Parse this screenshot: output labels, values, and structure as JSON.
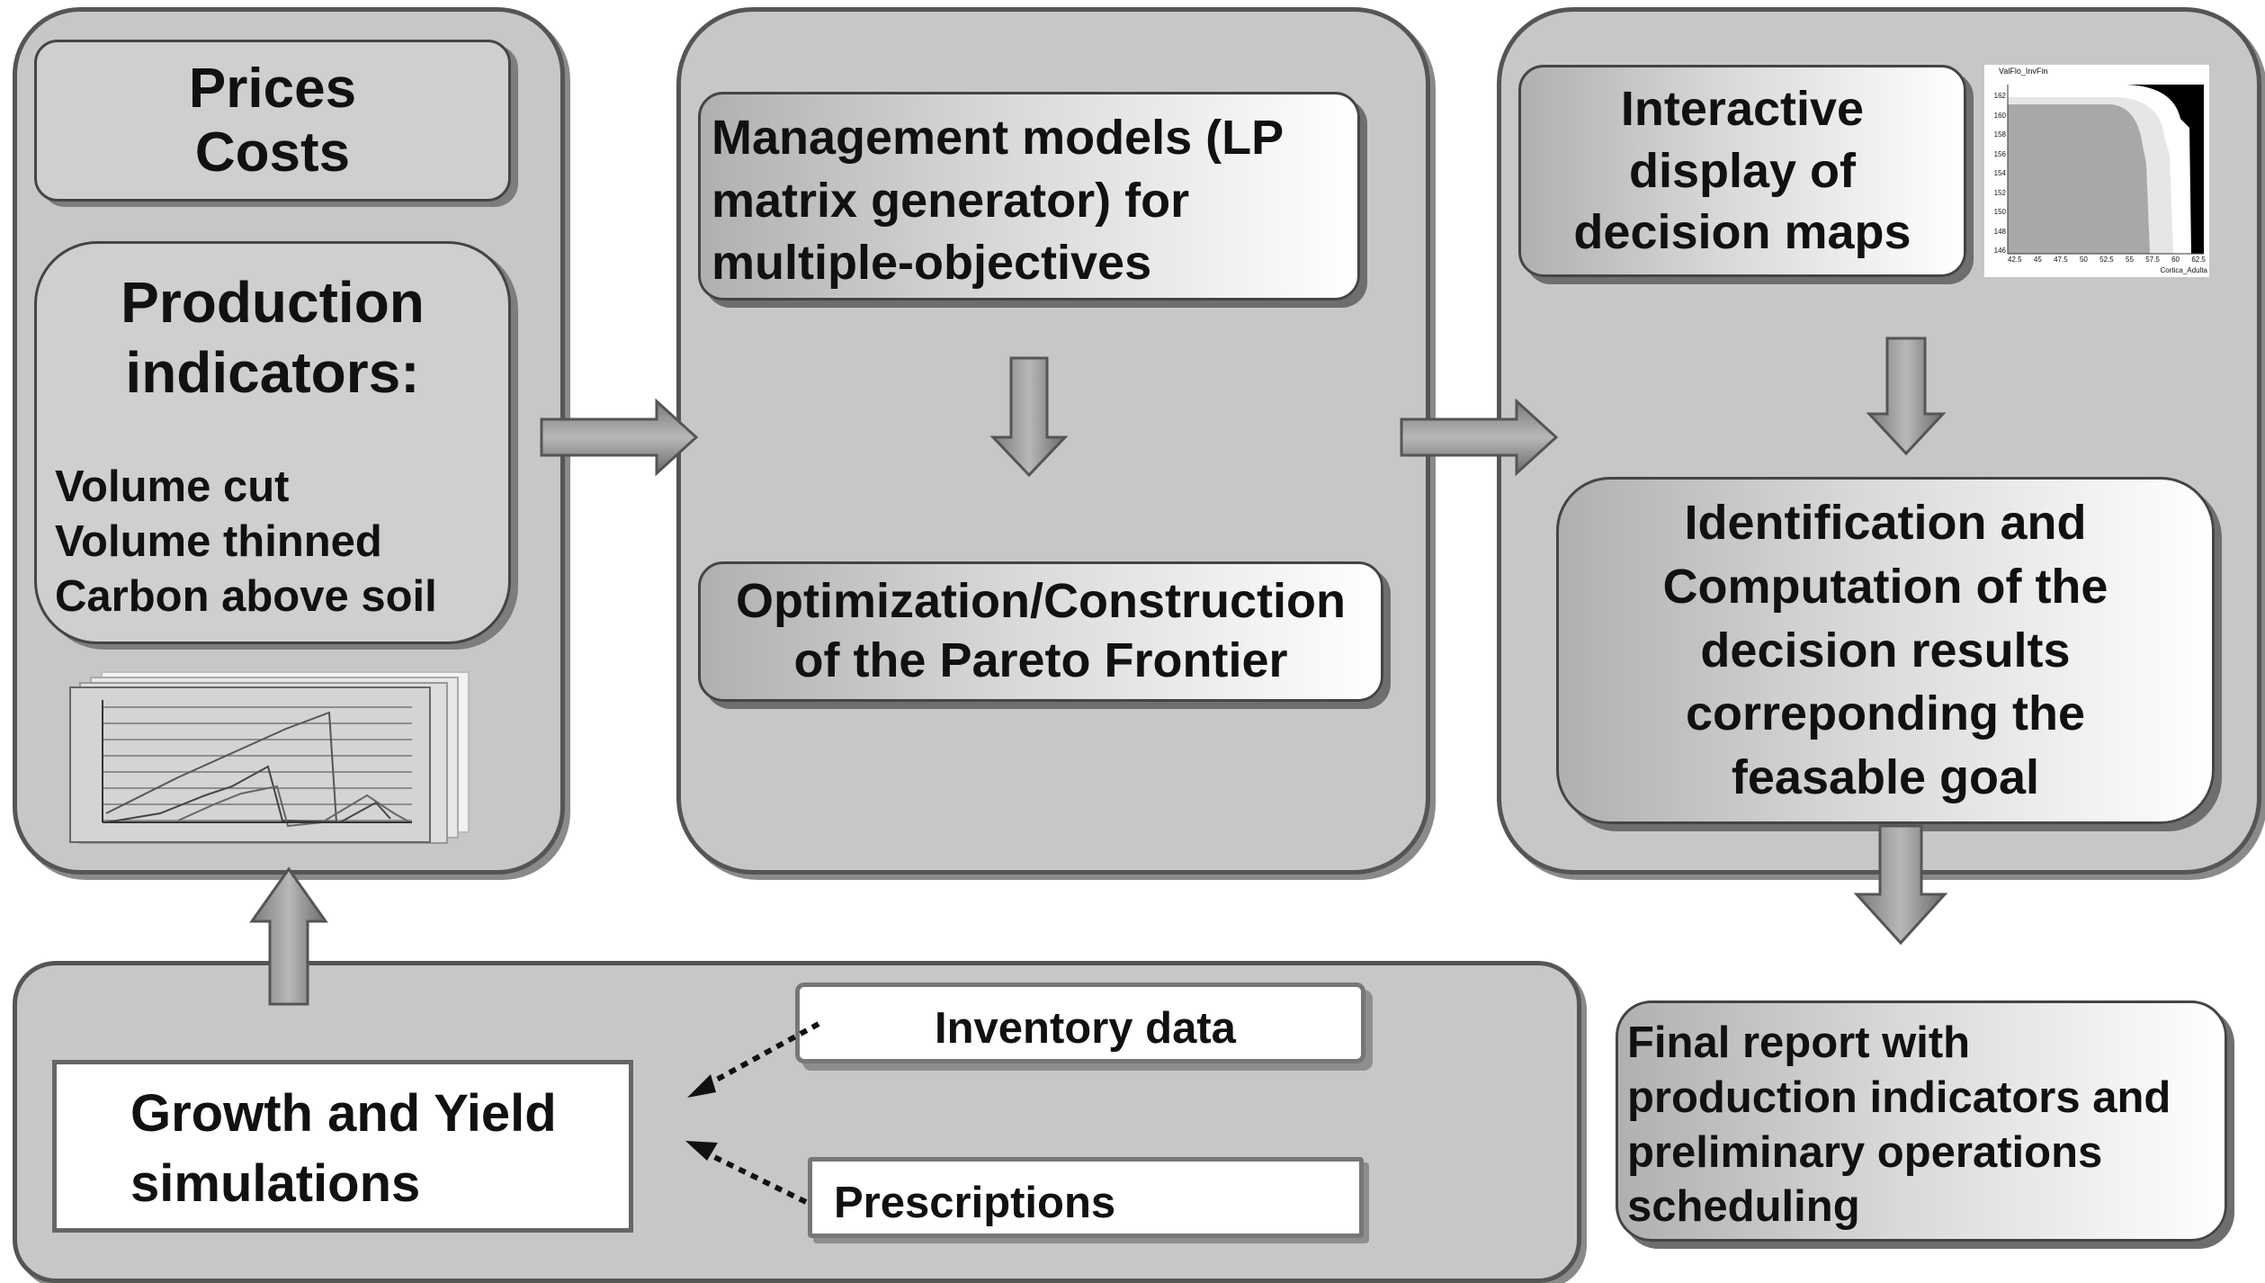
{
  "left": {
    "prices_costs": [
      "Prices",
      "Costs"
    ],
    "production_title": [
      "Production",
      "indicators:"
    ],
    "production_items": [
      "Volume cut",
      "Volume thinned",
      "Carbon above soil"
    ]
  },
  "middle": {
    "management_models": [
      "Management models (LP",
      "matrix generator) for",
      "multiple-objectives"
    ],
    "optimization": [
      "Optimization/Construction",
      "of the Pareto Frontier"
    ]
  },
  "right": {
    "interactive_display": [
      "Interactive",
      "display of",
      "decision maps"
    ],
    "decision_map_title": "ValFlo_InvFin",
    "decision_map_yticks": [
      "162",
      "160",
      "158",
      "156",
      "154",
      "152",
      "150",
      "148",
      "146"
    ],
    "decision_map_xticks": [
      "42.5",
      "45",
      "47.5",
      "50",
      "52.5",
      "55",
      "57.5",
      "60",
      "62.5"
    ],
    "decision_map_xlabel": "Cortica_Adulta",
    "identification": [
      "Identification and",
      "Computation of the",
      "decision results",
      "correponding the",
      "feasable goal"
    ],
    "final_report": [
      "Final report with",
      "production indicators and",
      "preliminary operations",
      "scheduling"
    ]
  },
  "bottom": {
    "growth_yield": [
      "Growth and Yield",
      "simulations"
    ],
    "inventory_data": "Inventory data",
    "prescriptions": "Prescriptions"
  }
}
